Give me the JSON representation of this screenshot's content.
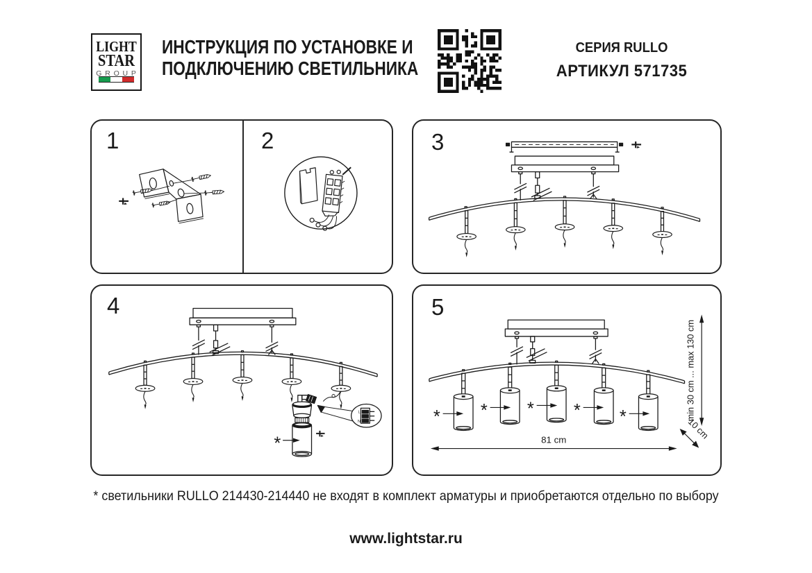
{
  "header": {
    "logo": {
      "line1": "LIGHT",
      "line2": "STAR",
      "line3": "GROUP"
    },
    "title_line1": "ИНСТРУКЦИЯ ПО УСТАНОВКЕ И",
    "title_line2": "ПОДКЛЮЧЕНИЮ СВЕТИЛЬНИКА",
    "qr_icon": "qr-code",
    "series": "СЕРИЯ RULLO",
    "article": "АРТИКУЛ 571735"
  },
  "steps": {
    "s1": "1",
    "s2": "2",
    "s3": "3",
    "s4": "4",
    "s5": "5"
  },
  "diagram": {
    "marker": "*",
    "dim_width": "81 cm",
    "dim_height": "min 30 cm ... max 130 cm",
    "dim_depth": "10 cm",
    "terminal_live": "L",
    "terminal_neutral": "N"
  },
  "footnote": "* светильники RULLO 214430-214440 не входят в комплект арматуры и приобретаются отдельно по выбору",
  "footer": "www.lightstar.ru",
  "colors": {
    "ink": "#1a1a1a",
    "border": "#262626",
    "flag_green": "#169b4e",
    "flag_red": "#d02c2c"
  }
}
